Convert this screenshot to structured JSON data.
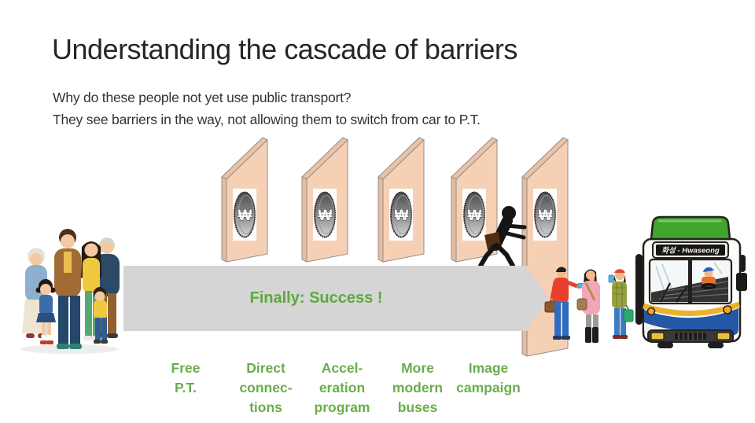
{
  "slide": {
    "title": "Understanding the cascade of barriers",
    "subtitle_line1": "Why do these people not yet use public transport?",
    "subtitle_line2": "They see barriers in the way, not allowing them to switch from car to P.T.",
    "arrow_label": "Finally: Success !",
    "coin_symbol": "₩",
    "bus_sign": "화성 - Hwaseong",
    "barriers_count": 5,
    "measures": [
      {
        "id": "free-pt",
        "lines": [
          "Free",
          "P.T."
        ]
      },
      {
        "id": "direct-connections",
        "lines": [
          "Direct",
          "connec-",
          "tions"
        ]
      },
      {
        "id": "acceleration-program",
        "lines": [
          "Accel-",
          "eration",
          "program"
        ]
      },
      {
        "id": "more-modern-buses",
        "lines": [
          "More",
          "modern",
          "buses"
        ]
      },
      {
        "id": "image-campaign",
        "lines": [
          "Image",
          "campaign"
        ]
      }
    ],
    "colors": {
      "accent_green": "#6BAD4C",
      "arrow_gray": "#D5D5D5",
      "door_fill": "#F6D0B5",
      "door_edge_fill": "#EBC2A5",
      "door_stroke": "#8F8F8F",
      "title_text": "#262626",
      "bus_roof_green": "#3FA52F",
      "bus_skirt_blue": "#2458A6",
      "bus_stripe_yellow": "#ECB22E"
    }
  }
}
